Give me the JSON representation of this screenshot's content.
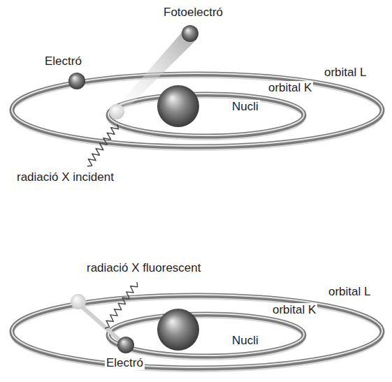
{
  "diagram": {
    "labels": [
      "Fotoelectró",
      "Electró",
      "orbital L",
      "orbital K",
      "Nucli",
      "radiació X incident",
      "radiació X fluorescent",
      "orbital L",
      "orbital K",
      "Nucli",
      "Electró"
    ]
  }
}
